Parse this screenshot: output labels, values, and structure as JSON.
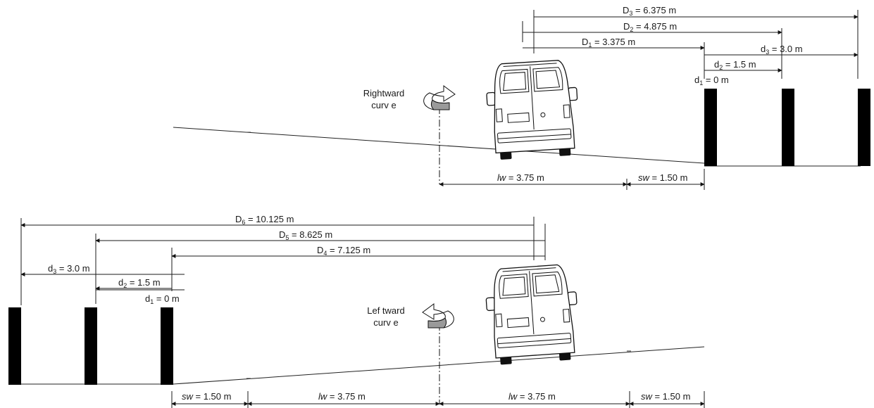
{
  "top": {
    "curve_label_1": "Rightward",
    "curve_label_2": "curv e",
    "D3": {
      "sym": "D",
      "sub": "3",
      "val": " = 6.375 m"
    },
    "D2": {
      "sym": "D",
      "sub": "2",
      "val": " = 4.875 m"
    },
    "D1": {
      "sym": "D",
      "sub": "1",
      "val": " = 3.375 m"
    },
    "d3": {
      "sym": "d",
      "sub": "3",
      "val": " = 3.0 m"
    },
    "d2": {
      "sym": "d",
      "sub": "2",
      "val": " = 1.5 m"
    },
    "d1": {
      "sym": "d",
      "sub": "1",
      "val": " = 0 m"
    },
    "lw": {
      "sym": "lw",
      "val": " = 3.75 m"
    },
    "sw": {
      "sym": "sw",
      "val": " = 1.50 m"
    }
  },
  "bottom": {
    "curve_label_1": "Lef tward",
    "curve_label_2": "curv e",
    "D6": {
      "sym": "D",
      "sub": "6",
      "val": " = 10.125 m"
    },
    "D5": {
      "sym": "D",
      "sub": "5",
      "val": " = 8.625 m"
    },
    "D4": {
      "sym": "D",
      "sub": "4",
      "val": " = 7.125 m"
    },
    "d3": {
      "sym": "d",
      "sub": "3",
      "val": " = 3.0 m"
    },
    "d2": {
      "sym": "d",
      "sub": "2",
      "val": " = 1.5 m"
    },
    "d1": {
      "sym": "d",
      "sub": "1",
      "val": " = 0 m"
    },
    "sw_left": {
      "sym": "sw",
      "val": " = 1.50 m"
    },
    "lw_left": {
      "sym": "lw",
      "val": " = 3.75 m"
    },
    "lw_right": {
      "sym": "lw",
      "val": " = 3.75 m"
    },
    "sw_right": {
      "sym": "sw",
      "val": " = 1.50 m"
    }
  },
  "icons": [
    "van-icon",
    "rightward-curve-arrow-icon",
    "leftward-curve-arrow-icon",
    "post-icon"
  ]
}
